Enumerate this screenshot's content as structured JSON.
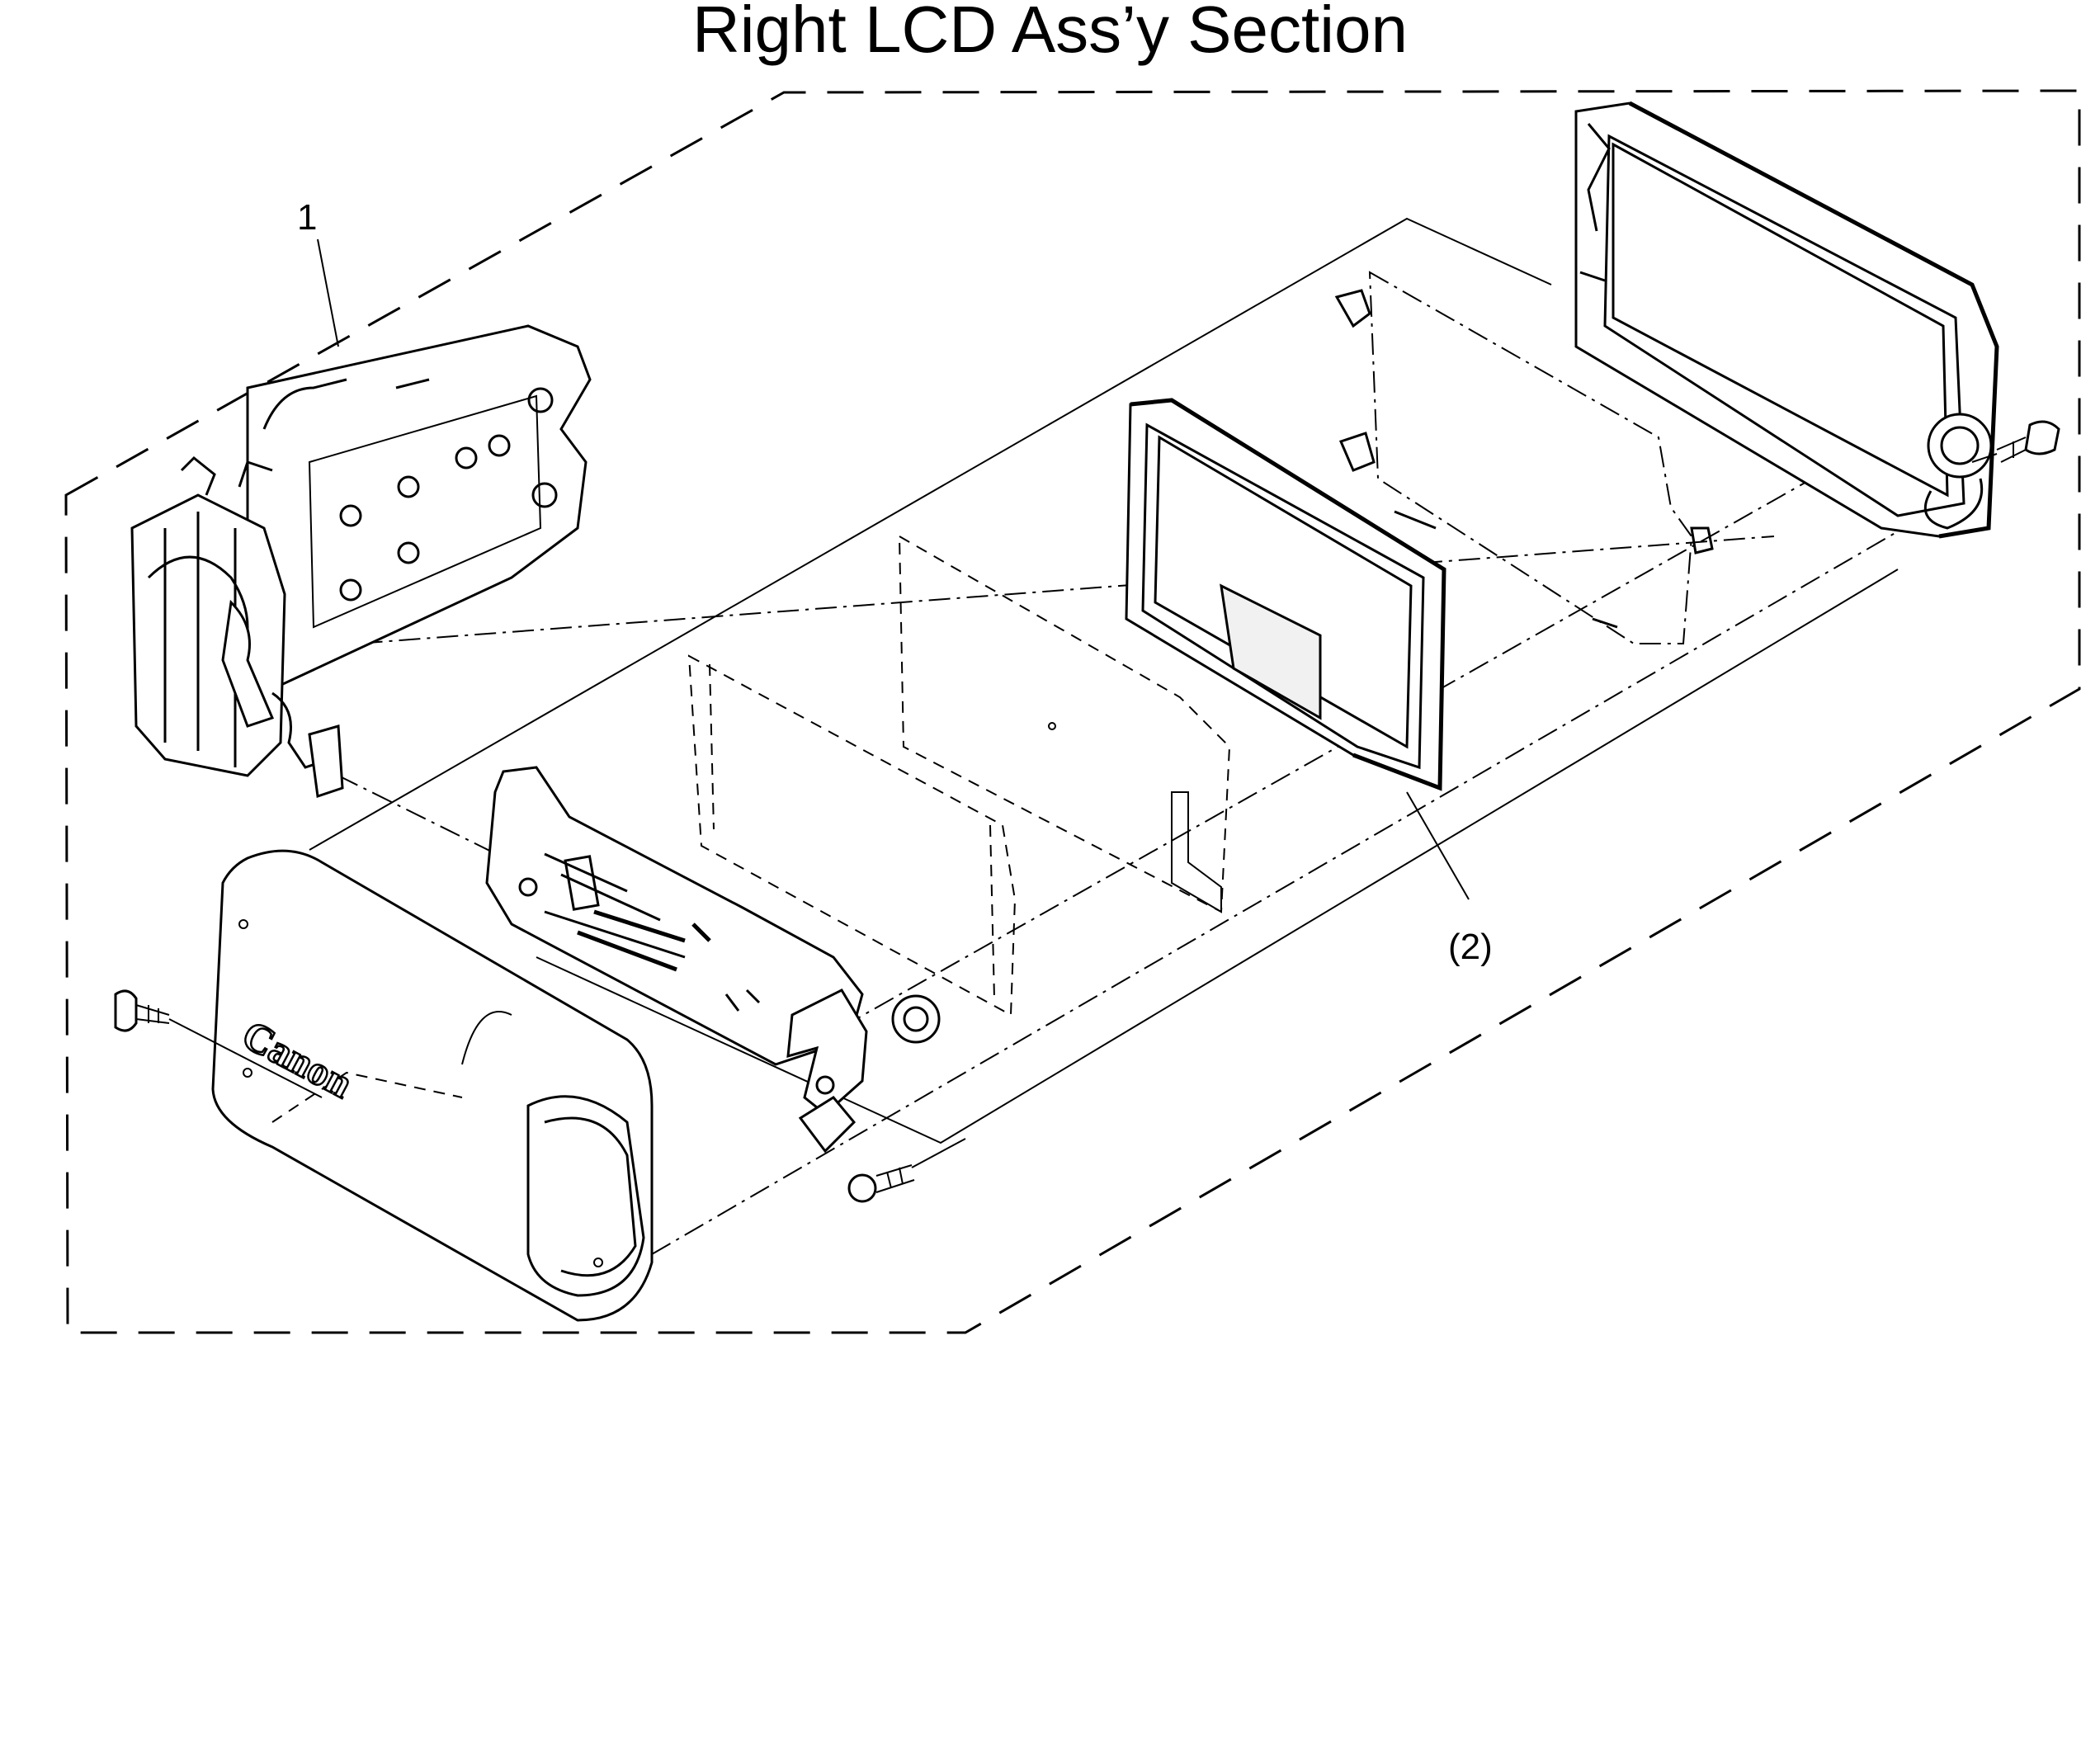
{
  "diagram": {
    "title": "Right LCD Ass’y Section",
    "callouts": [
      {
        "id": "1",
        "text": "1"
      },
      {
        "id": "2",
        "text": "(2)"
      }
    ],
    "brand_logo": "Canon",
    "parts": [
      "lcd-unit-assembly",
      "lcd-front-cover",
      "lcd-circuit-board",
      "lcd-sheet",
      "lcd-panel",
      "lcd-bracket",
      "lcd-rear-frame",
      "screw"
    ]
  }
}
